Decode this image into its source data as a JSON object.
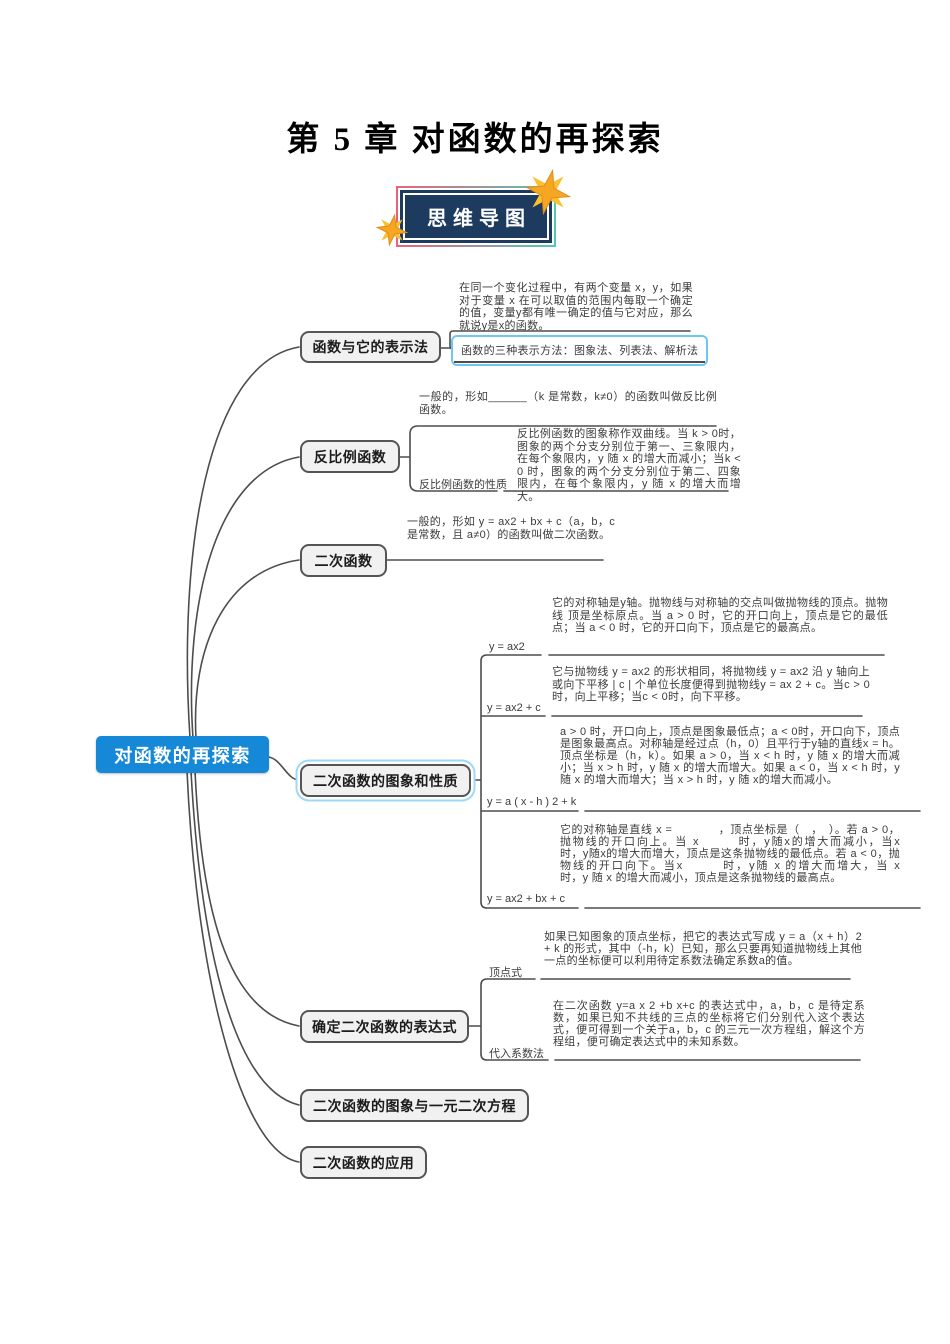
{
  "page": {
    "title": "第 5 章 对函数的再探索",
    "badge": "思维导图"
  },
  "root": {
    "label": "对函数的再探索"
  },
  "colors": {
    "root_blue": "#1688d8",
    "node_fill": "#f1f1f1",
    "node_border": "#555555",
    "selection_blue": "#9ed8f8",
    "box_border_blue": "#6fc6f2",
    "badge_navy": "#1d3a5f",
    "badge_edge_pink": "#e8637c",
    "badge_edge_teal": "#52c7b8",
    "star_orange": "#f5a623",
    "connector_gray": "#4d4d4d"
  },
  "branches": [
    {
      "label": "函数与它的表示法",
      "note": "在同一个变化过程中，有两个变量 x，y，如果对于变量 x 在可以取值的范围内每取一个确定的值，变量y都有唯一确定的值与它对应，那么就说y是x的函数。",
      "box": "函数的三种表示方法：图象法、列表法、解析法"
    },
    {
      "label": "反比例函数",
      "note": "一般的，形如______（k 是常数，k≠0）的函数叫做反比例函数。",
      "children": [
        {
          "label": "反比例函数的性质",
          "note": "反比例函数的图象称作双曲线。当 k > 0时，图象的两个分支分别位于第一、三象限内，在每个象限内，y 随 x 的增大而减小；当k < 0 时，图象的两个分支分别位于第二、四象限内，在每个象限内，y 随 x 的增大而增大。"
        }
      ]
    },
    {
      "label": "二次函数",
      "note": "一般的，形如 y = ax2 + bx + c（a，b，c 是常数，且 a≠0）的函数叫做二次函数。"
    },
    {
      "label": "二次函数的图象和性质",
      "children": [
        {
          "label": "y = ax2",
          "note": "它的对称轴是y轴。抛物线与对称轴的交点叫做抛物线的顶点。抛物线 顶是坐标原点。当 a > 0 时，它的开口向上，顶点是它的最低点；当 a < 0 时，它的开口向下，顶点是它的最高点。"
        },
        {
          "label": "y = ax2 + c",
          "note": "它与抛物线 y = ax2 的形状相同，将抛物线 y = ax2 沿 y 轴向上或向下平移 | c | 个单位长度便得到抛物线y = ax 2 + c。当c > 0时，向上平移；当c < 0时，向下平移。"
        },
        {
          "label": "y = a ( x - h ) 2 + k",
          "note": "a > 0 时，开口向上，顶点是图象最低点；a < 0时，开口向下，顶点是图象最高点。对称轴是经过点（h，0）且平行于y轴的直线x = h。顶点坐标是（h，k）。如果 a > 0，当 x < h 时，y 随 x 的增大而减小；当 x > h 时，y 随 x 的增大而增大。如果 a < 0，当 x < h 时，y 随 x 的增大而增大；当 x > h 时，y 随 x的增大而减小。"
        },
        {
          "label": "y = ax2 + bx + c",
          "note": "它的对称轴是直线 x =　　　　，顶点坐标是（　，　）。若 a > 0，抛物线的开口向上。当 x　　　时，y随x的增大而减小，当x　　　时，y随x的增大而增大，顶点是这条抛物线的最低点。若 a < 0，抛物线的开口向下。当x　　　时，y随 x 的增大而增大，当 x　　　时，y 随 x 的增大而减小，顶点是这条抛物线的最高点。"
        }
      ]
    },
    {
      "label": "确定二次函数的表达式",
      "children": [
        {
          "label": "顶点式",
          "note": "如果已知图象的顶点坐标，把它的表达式写成 y = a（x + h）2 + k 的形式，其中（-h，k）已知，那么只要再知道抛物线上其他一点的坐标便可以利用待定系数法确定系数a的值。"
        },
        {
          "label": "代入系数法",
          "note": "在二次函数 y=a x 2 +b x+c 的表达式中，a，b，c 是待定系数，如果已知不共线的三点的坐标将它们分别代入这个表达式，便可得到一个关于a，b，c 的三元一次方程组，解这个方程组，便可确定表达式中的未知系数。"
        }
      ]
    },
    {
      "label": "二次函数的图象与一元二次方程"
    },
    {
      "label": "二次函数的应用"
    }
  ]
}
